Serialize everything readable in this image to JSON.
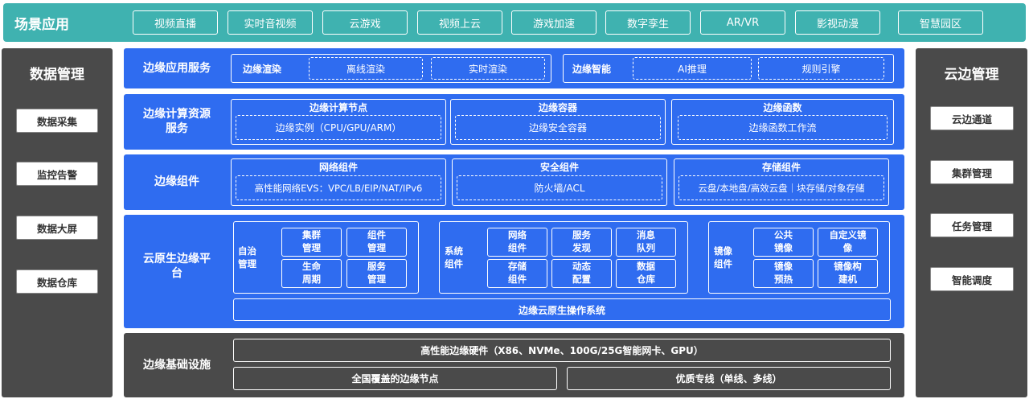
{
  "scenes": {
    "title": "场景应用",
    "items": [
      "视频直播",
      "实时音视频",
      "云游戏",
      "视频上云",
      "游戏加速",
      "数字孪生",
      "AR/VR",
      "影视动漫",
      "智慧园区"
    ]
  },
  "data_mgmt": {
    "title": "数据管理",
    "items": [
      "数据采集",
      "监控告警",
      "数据大屏",
      "数据仓库"
    ]
  },
  "cloud_edge_mgmt": {
    "title": "云边管理",
    "items": [
      "云边通道",
      "集群管理",
      "任务管理",
      "智能调度"
    ]
  },
  "app_service": {
    "title": "边缘应用服务",
    "render": {
      "label": "边缘渲染",
      "items": [
        "离线渲染",
        "实时渲染"
      ]
    },
    "ai": {
      "label": "边缘智能",
      "items": [
        "AI推理",
        "规则引擎"
      ]
    }
  },
  "compute_service": {
    "title": "边缘计算资源服务",
    "nodes": [
      {
        "label": "边缘计算节点",
        "inner": "边缘实例（CPU/GPU/ARM）"
      },
      {
        "label": "边缘容器",
        "inner": "边缘安全容器"
      },
      {
        "label": "边缘函数",
        "inner": "边缘函数工作流"
      }
    ]
  },
  "components": {
    "title": "边缘组件",
    "nodes": [
      {
        "label": "网络组件",
        "inner": "高性能网络EVS：VPC/LB/EIP/NAT/IPv6"
      },
      {
        "label": "安全组件",
        "inner": "防火墙/ACL"
      },
      {
        "label": "存储组件",
        "inner": "云盘/本地盘/高效云盘｜块存储/对象存储"
      }
    ]
  },
  "cloud_native": {
    "title": "云原生边缘平台",
    "autonomy": {
      "label": "自治管理",
      "items": [
        "集群管理",
        "组件管理",
        "生命周期",
        "服务管理"
      ]
    },
    "system": {
      "label": "系统组件",
      "items": [
        "网络组件",
        "服务发现",
        "消息队列",
        "存储组件",
        "动态配置",
        "数据仓库"
      ]
    },
    "mirror": {
      "label": "镜像组件",
      "items": [
        "公共镜像",
        "自定义镜像",
        "镜像预热",
        "镜像构建机"
      ]
    },
    "os": "边缘云原生操作系统"
  },
  "infrastructure": {
    "title": "边缘基础设施",
    "hardware": "高性能边缘硬件（X86、NVMe、100G/25G智能网卡、GPU）",
    "nodes": "全国覆盖的边缘节点",
    "lines": "优质专线（单线、多线）"
  }
}
